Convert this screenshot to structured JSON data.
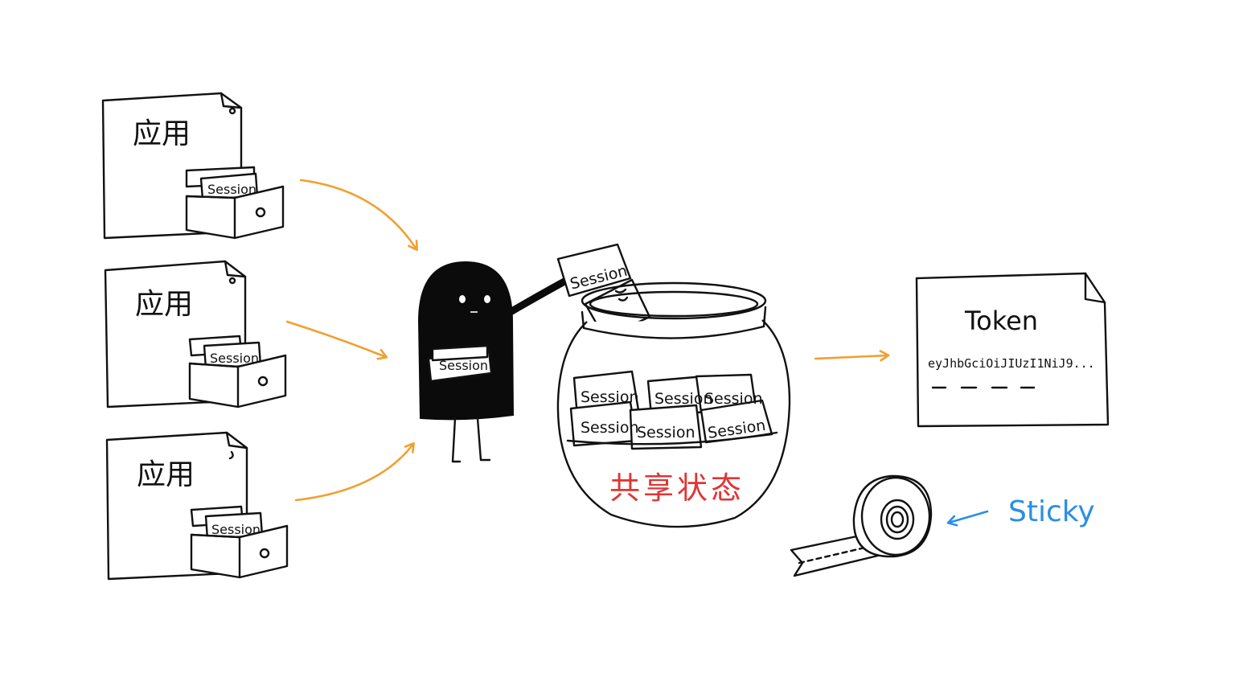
{
  "apps": [
    {
      "label": "应用",
      "card": "Session"
    },
    {
      "label": "应用",
      "card": "Session"
    },
    {
      "label": "应用",
      "card": "Session"
    }
  ],
  "character": {
    "held_card": "Session",
    "stack_card": "Session"
  },
  "jar": {
    "label": "共享状态",
    "cards": [
      "Session",
      "Session",
      "Session",
      "Session",
      "Session",
      "Session"
    ]
  },
  "token": {
    "title": "Token",
    "value": "eyJhbGciOiJIUzI1NiJ9..."
  },
  "sticky": {
    "label": "Sticky"
  },
  "colors": {
    "arrow_flow": "#f0a030",
    "sticky_accent": "#2a8ee8",
    "jar_label": "#e03535",
    "ink": "#111111"
  },
  "icons": [
    "file-cabinet-icon",
    "character-icon",
    "jar-icon",
    "token-document-icon",
    "tape-roll-icon"
  ]
}
